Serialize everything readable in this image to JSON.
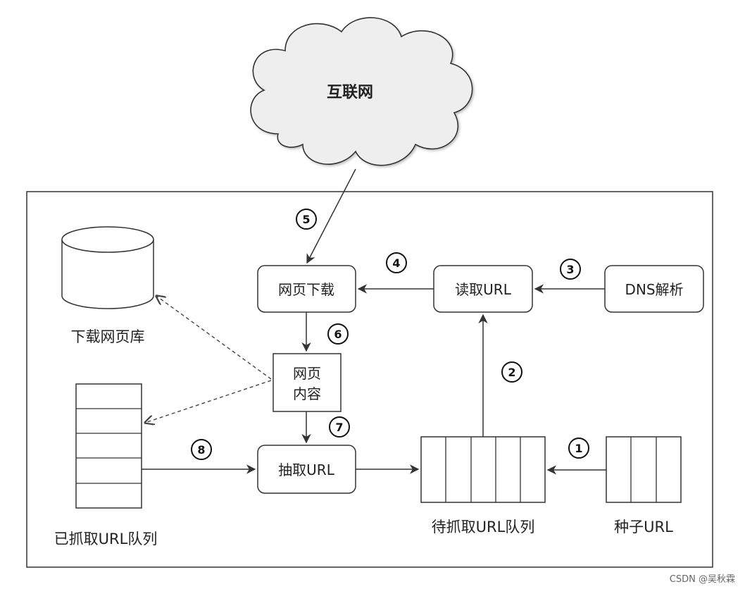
{
  "internet": {
    "label": "互联网"
  },
  "nodes": {
    "download": "网页下载",
    "read_url": "读取URL",
    "dns": "DNS解析",
    "content_line1": "网页",
    "content_line2": "内容",
    "extract": "抽取URL",
    "db_label": "下载网页库",
    "crawled_queue_label": "已抓取URL队列",
    "pending_queue_label": "待抓取URL队列",
    "seed_label": "种子URL"
  },
  "steps": {
    "s1": "1",
    "s2": "2",
    "s3": "3",
    "s4": "4",
    "s5": "5",
    "s6": "6",
    "s7": "7",
    "s8": "8"
  },
  "watermark": "CSDN @吴秋霖"
}
